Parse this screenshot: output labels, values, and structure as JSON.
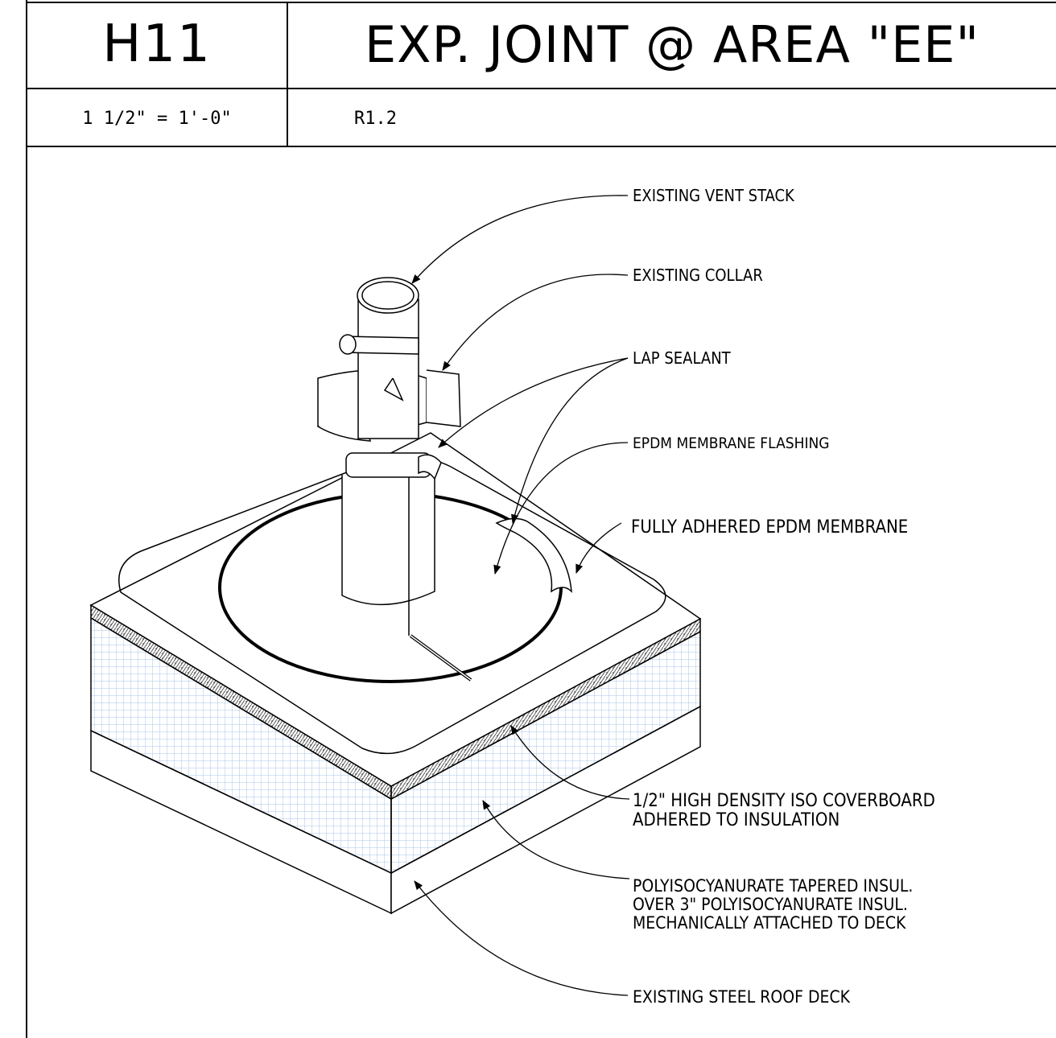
{
  "title_block": {
    "detail_id": "H11",
    "title": "EXP. JOINT @ AREA \"EE\"",
    "scale": "1 1/2\" = 1'-0\"",
    "sheet_ref": "R1.2"
  },
  "callouts": {
    "vent_stack": "EXISTING VENT STACK",
    "collar": "EXISTING COLLAR",
    "lap_sealant": "LAP SEALANT",
    "membrane_flashing": "EPDM MEMBRANE FLASHING",
    "adhered_membrane": "FULLY ADHERED EPDM MEMBRANE",
    "coverboard": [
      "1/2\" HIGH DENSITY ISO COVERBOARD",
      "ADHERED TO INSULATION"
    ],
    "insulation": [
      "POLYISOCYANURATE TAPERED INSUL.",
      "OVER 3\" POLYISOCYANURATE INSUL.",
      "MECHANICALLY ATTACHED TO DECK"
    ],
    "roof_deck": "EXISTING STEEL ROOF DECK"
  },
  "colors": {
    "line": "#000000",
    "insulation_grid": "#a9c4e8",
    "coverboard_hatch": "#555555"
  }
}
